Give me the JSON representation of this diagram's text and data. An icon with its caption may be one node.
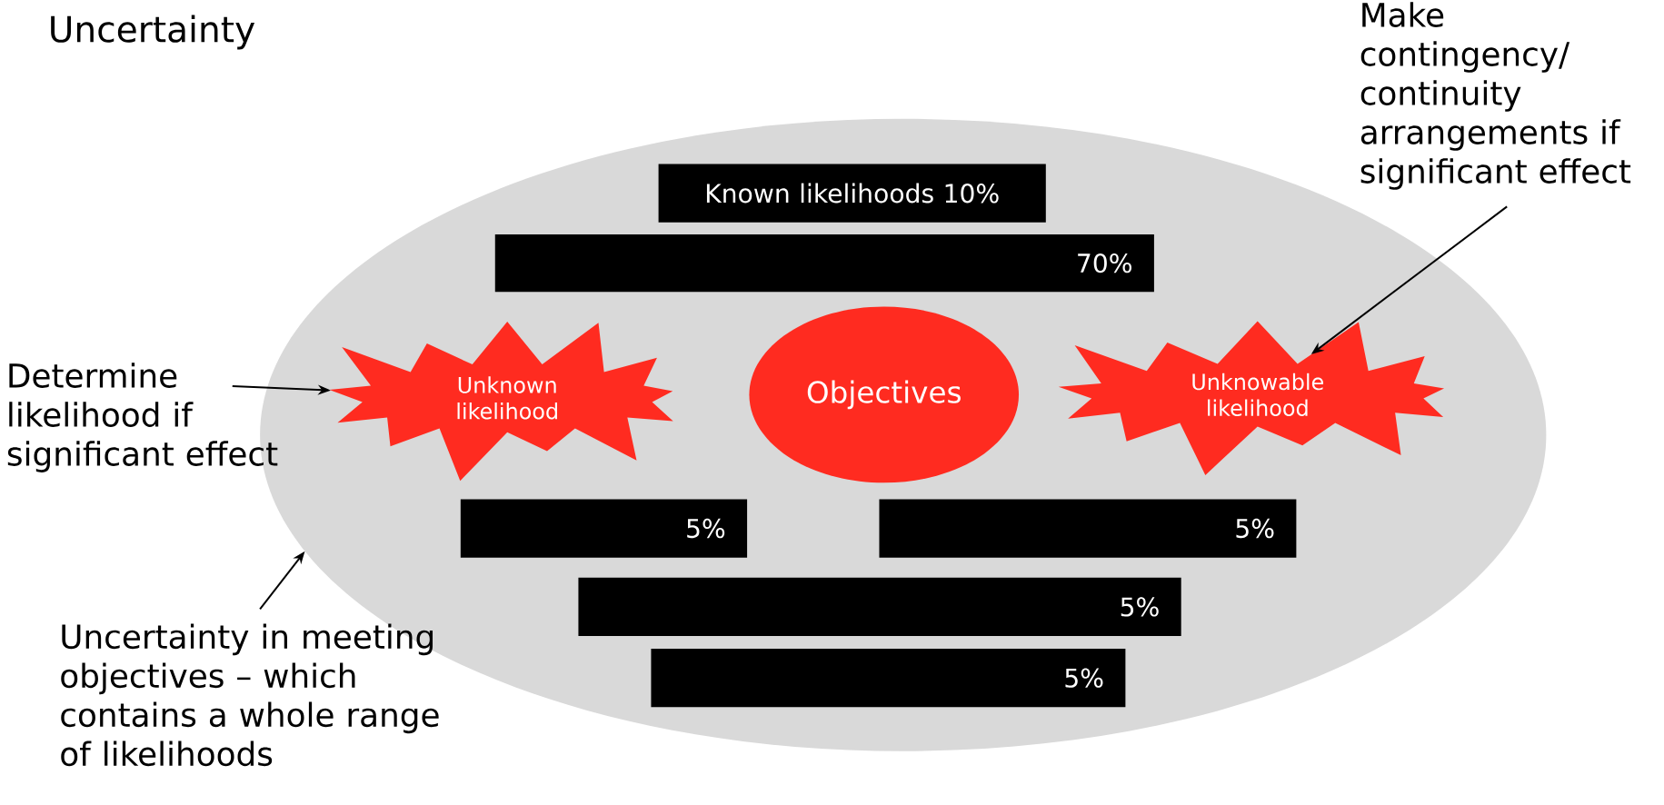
{
  "diagram": {
    "title": "Uncertainty",
    "nodes": [
      {
        "text": [],
        "shape": "ellipse"
      },
      {
        "text": [
          "Known likelihoods 10%"
        ],
        "in": 0
      },
      {
        "text": [
          "70%"
        ],
        "in": 0
      },
      {
        "text": [
          "Unknown likelihood"
        ],
        "in": 0
      },
      {
        "text": [
          "Objectives"
        ],
        "in": 0
      },
      {
        "text": [
          "Unknowable likelihood"
        ],
        "in": 0
      },
      {
        "text": [
          "5%"
        ],
        "in": 0
      },
      {
        "text": [
          "5%"
        ],
        "in": 0
      },
      {
        "text": [
          "5%"
        ],
        "in": 0
      },
      {
        "text": [
          "5%"
        ],
        "in": 0
      },
      {
        "text": [
          "Determine likelihood if significant effect"
        ]
      },
      {
        "text": [
          "Make contingency/ continuity arrangements if significant effect"
        ]
      },
      {
        "text": [
          "Uncertainty in meeting objectives – which contains a whole range of likelihoods"
        ]
      }
    ],
    "edges": [
      {
        "from": 10,
        "to": 3,
        "arrow": "to"
      },
      {
        "from": 11,
        "to": 5,
        "arrow": "to"
      },
      {
        "from": 12,
        "to": 0,
        "arrow": "to"
      }
    ]
  }
}
